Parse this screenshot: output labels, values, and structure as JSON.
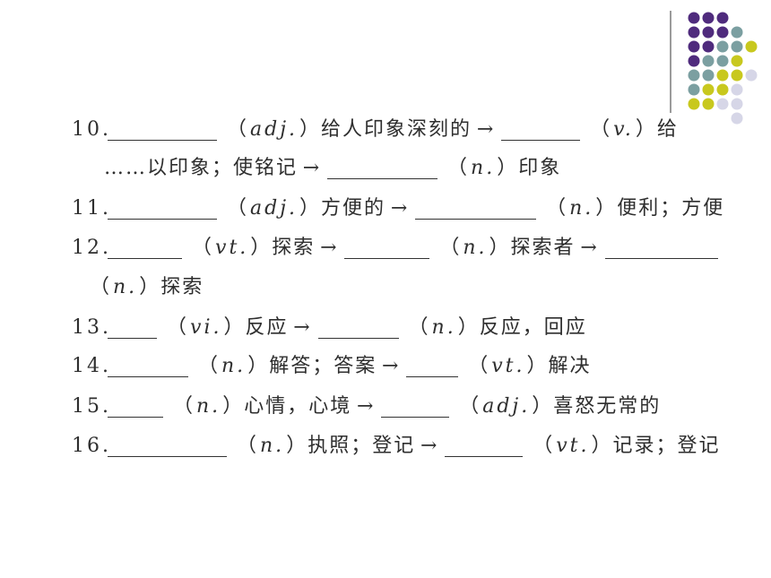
{
  "theme": {
    "text_color": "#2e2e2e",
    "rule_color": "#9b9b9b",
    "dot_colors": {
      "purple": "#4f2b7d",
      "teal": "#7b9fa1",
      "yellow": "#c8c81e",
      "lavender": "#d6d6e7"
    }
  },
  "paren_open": "（",
  "paren_close": "）",
  "arrow": "→",
  "lines": [
    {
      "number": "10.",
      "a": {
        "pos": "adj.",
        "meaning": "给人印象深刻的"
      },
      "b": {
        "pos": "v.",
        "meaning": "给"
      }
    },
    {
      "lead": "……以印象；使铭记",
      "a": {
        "pos": "n.",
        "meaning": "印象"
      }
    },
    {
      "number": "11.",
      "a": {
        "pos": "adj.",
        "meaning": "方便的"
      },
      "b": {
        "pos": "n.",
        "meaning": "便利；方便"
      }
    },
    {
      "number": "12.",
      "a": {
        "pos": "vt.",
        "meaning": "探索"
      },
      "b": {
        "pos": "n.",
        "meaning": "探索者"
      }
    },
    {
      "a": {
        "pos": "n.",
        "meaning": "探索"
      }
    },
    {
      "number": "13.",
      "a": {
        "pos": "vi.",
        "meaning": "反应"
      },
      "b": {
        "pos": "n.",
        "meaning": "反应，回应"
      }
    },
    {
      "number": "14.",
      "a": {
        "pos": "n.",
        "meaning": "解答；答案"
      },
      "b": {
        "pos": "vt.",
        "meaning": "解决"
      }
    },
    {
      "number": "15.",
      "a": {
        "pos": "n.",
        "meaning": "心情，心境"
      },
      "b": {
        "pos": "adj.",
        "meaning": "喜怒无常的"
      }
    },
    {
      "number": "16.",
      "a": {
        "pos": "n.",
        "meaning": "执照；登记"
      },
      "b": {
        "pos": "vt.",
        "meaning": "记录；登记"
      }
    }
  ]
}
